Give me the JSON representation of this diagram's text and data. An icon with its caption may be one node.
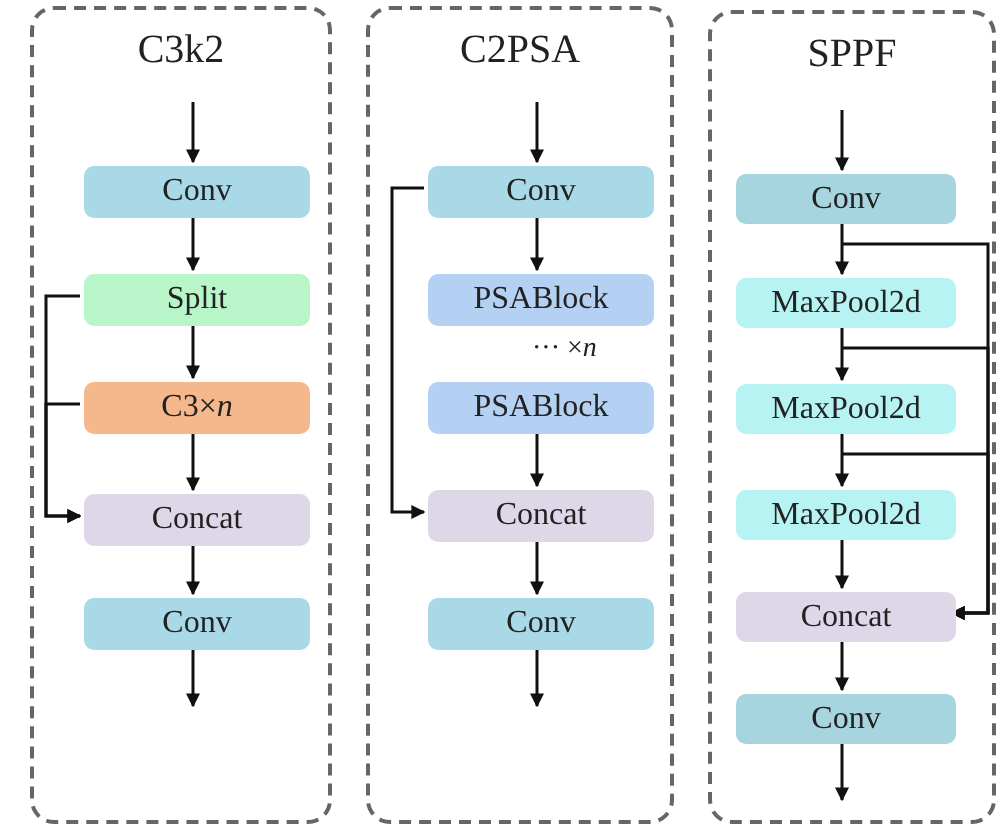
{
  "diagram": {
    "nodes": [
      {
        "text": [
          "C3k2"
        ]
      },
      {
        "text": [
          "Conv"
        ],
        "in": 0
      },
      {
        "text": [
          "Split"
        ],
        "in": 0
      },
      {
        "text": [
          "C3×*n*"
        ],
        "in": 0
      },
      {
        "text": [
          "Concat"
        ],
        "in": 0
      },
      {
        "text": [
          "Conv"
        ],
        "in": 0
      },
      {
        "text": [
          "C2PSA"
        ]
      },
      {
        "text": [
          "Conv"
        ],
        "in": 6
      },
      {
        "text": [
          "PSABlock"
        ],
        "in": 6
      },
      {
        "text": [
          "PSABlock"
        ],
        "in": 6
      },
      {
        "text": [
          "Concat"
        ],
        "in": 6
      },
      {
        "text": [
          "Conv"
        ],
        "in": 6
      },
      {
        "text": [
          "SPPF"
        ]
      },
      {
        "text": [
          "Conv"
        ],
        "in": 12
      },
      {
        "text": [
          "MaxPool2d"
        ],
        "in": 12
      },
      {
        "text": [
          "MaxPool2d"
        ],
        "in": 12
      },
      {
        "text": [
          "MaxPool2d"
        ],
        "in": 12
      },
      {
        "text": [
          "Concat"
        ],
        "in": 12
      },
      {
        "text": [
          "Conv"
        ],
        "in": 12
      }
    ],
    "edges": [
      {
        "from": null,
        "to": 1,
        "arrow": "to"
      },
      {
        "from": 1,
        "to": 2,
        "arrow": "to"
      },
      {
        "from": 2,
        "to": 3,
        "arrow": "to"
      },
      {
        "from": 3,
        "to": 4,
        "arrow": "to"
      },
      {
        "from": 2,
        "to": 4,
        "arrow": "to"
      },
      {
        "from": 3,
        "to": 4,
        "arrow": "to"
      },
      {
        "from": 4,
        "to": 5,
        "arrow": "to"
      },
      {
        "from": 5,
        "to": null,
        "arrow": "to"
      },
      {
        "from": null,
        "to": 7,
        "arrow": "to"
      },
      {
        "from": 7,
        "to": 8,
        "arrow": "to"
      },
      {
        "from": 9,
        "to": 10,
        "arrow": "to"
      },
      {
        "from": 7,
        "to": 10,
        "arrow": "to"
      },
      {
        "from": 10,
        "to": 11,
        "arrow": "to"
      },
      {
        "from": 11,
        "to": null,
        "arrow": "to"
      },
      {
        "from": null,
        "to": 13,
        "arrow": "to"
      },
      {
        "from": 13,
        "to": 14,
        "arrow": "to"
      },
      {
        "from": 14,
        "to": 15,
        "arrow": "to"
      },
      {
        "from": 15,
        "to": 16,
        "arrow": "to"
      },
      {
        "from": 16,
        "to": 17,
        "arrow": "to"
      },
      {
        "from": 17,
        "to": 18,
        "arrow": "to"
      },
      {
        "from": 18,
        "to": null,
        "arrow": "to"
      },
      {
        "from": 13,
        "to": 17,
        "arrow": "to"
      },
      {
        "from": 14,
        "to": 17,
        "arrow": "to"
      },
      {
        "from": 15,
        "to": 17,
        "arrow": "to"
      }
    ],
    "labels": [
      "··· ×*n*"
    ]
  }
}
